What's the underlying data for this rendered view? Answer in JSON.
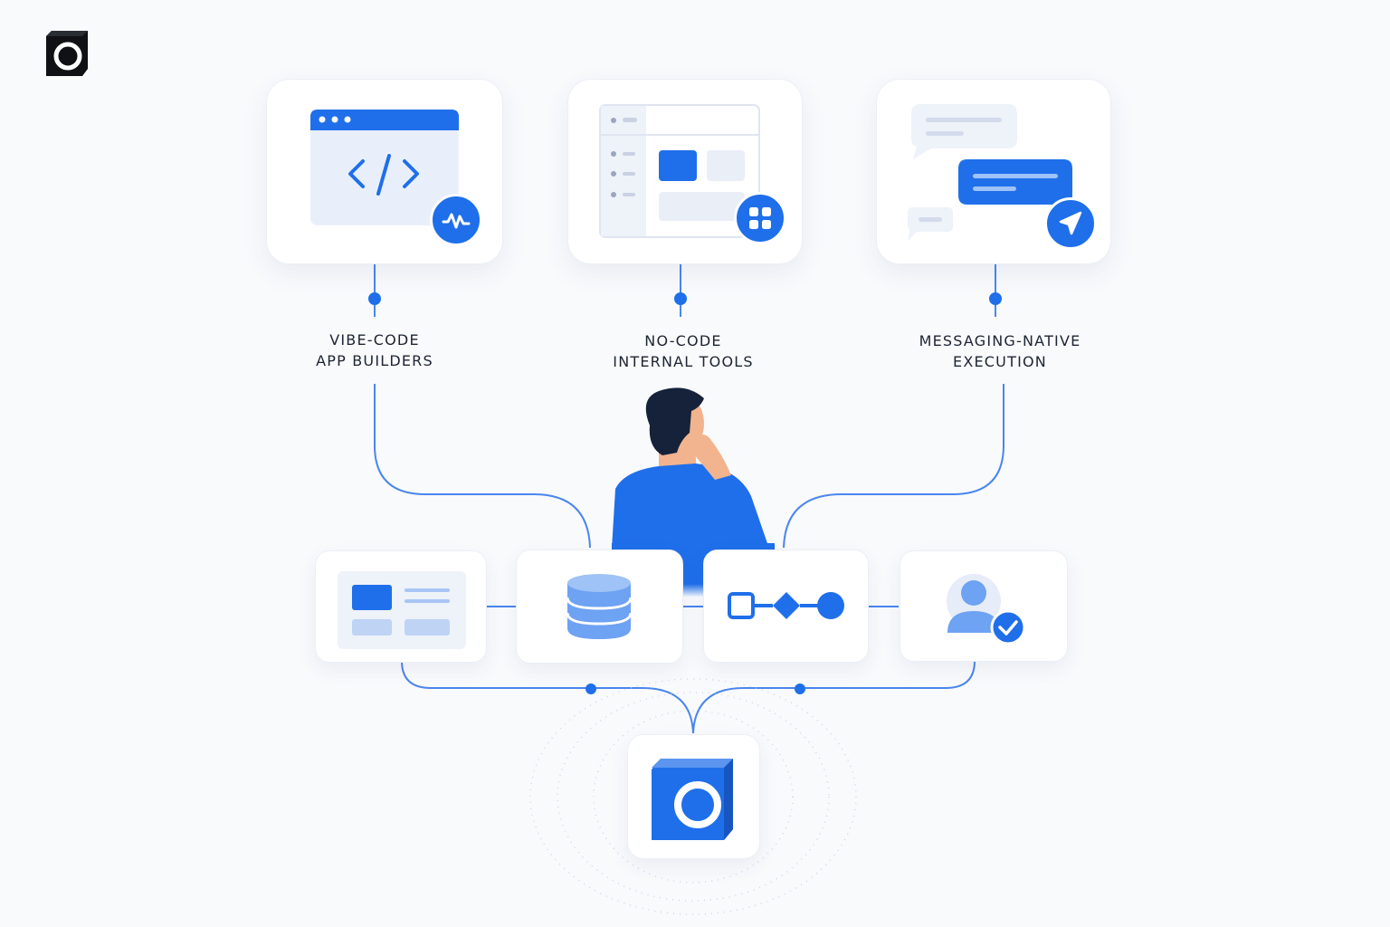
{
  "categories": [
    {
      "id": "vibe",
      "line1": "VIBE-CODE",
      "line2": "APP BUILDERS",
      "badge_icon": "waveform-icon"
    },
    {
      "id": "nocode",
      "line1": "NO-CODE",
      "line2": "INTERNAL TOOLS",
      "badge_icon": "grid-icon"
    },
    {
      "id": "messaging",
      "line1": "MESSAGING-NATIVE",
      "line2": "EXECUTION",
      "badge_icon": "paper-plane-icon"
    }
  ],
  "components": [
    {
      "id": "ui",
      "icon": "dashboard-layout-icon"
    },
    {
      "id": "data",
      "icon": "database-icon"
    },
    {
      "id": "workflow",
      "icon": "workflow-nodes-icon"
    },
    {
      "id": "users",
      "icon": "user-check-icon"
    }
  ],
  "brand": {
    "logo_icon": "cube-logo-icon"
  },
  "colors": {
    "accent": "#1f6fea",
    "accent_light": "#6ea2f2",
    "background": "#f9fafc",
    "text": "#1d2433",
    "logo_dark": "#0f1115"
  }
}
